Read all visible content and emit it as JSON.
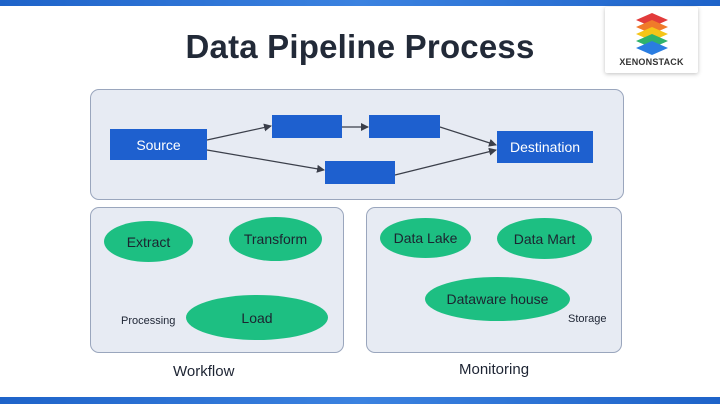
{
  "title": "Data Pipeline Process",
  "logo": {
    "text": "XENONSTACK",
    "icon": "stacked-layers-logo"
  },
  "flow": {
    "source": "Source",
    "destination": "Destination",
    "intermediate_steps": [
      "",
      "",
      ""
    ]
  },
  "workflow": {
    "caption": "Workflow",
    "side_label": "Processing",
    "nodes": [
      "Extract",
      "Transform",
      "Load"
    ]
  },
  "monitoring": {
    "caption": "Monitoring",
    "side_label": "Storage",
    "nodes": [
      "Data Lake",
      "Data Mart",
      "Dataware house"
    ]
  },
  "colors": {
    "accent_blue": "#1e60cf",
    "node_green": "#1dbf82",
    "panel_bg": "#e7ebf3",
    "panel_border": "#9aa6bd"
  }
}
